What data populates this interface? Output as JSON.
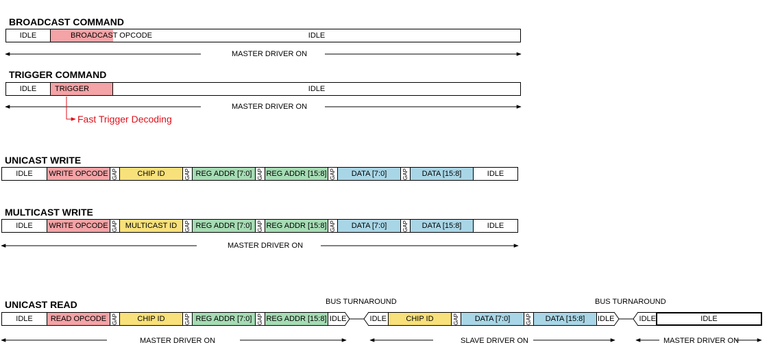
{
  "broadcast": {
    "title": "BROADCAST COMMAND",
    "cells": [
      "IDLE",
      "BROADCAST OPCODE",
      "IDLE"
    ],
    "driver": "MASTER  DRIVER ON"
  },
  "trigger": {
    "title": "TRIGGER COMMAND",
    "cells": [
      "IDLE",
      "TRIGGER",
      "IDLE"
    ],
    "driver": "MASTER  DRIVER ON",
    "note": "Fast Trigger Decoding"
  },
  "unicast_write": {
    "title": "UNICAST WRITE",
    "cells": [
      "IDLE",
      "WRITE OPCODE",
      "GAP",
      "CHIP ID",
      "GAP",
      "REG ADDR [7:0]",
      "GAP",
      "REG ADDR [15:8]",
      "GAP",
      "DATA [7:0]",
      "GAP",
      "DATA [15:8]",
      "IDLE"
    ]
  },
  "multicast_write": {
    "title": "MULTICAST WRITE",
    "cells": [
      "IDLE",
      "WRITE OPCODE",
      "GAP",
      "MULTICAST ID",
      "GAP",
      "REG ADDR [7:0]",
      "GAP",
      "REG ADDR [15:8]",
      "GAP",
      "DATA [7:0]",
      "GAP",
      "DATA [15:8]",
      "IDLE"
    ],
    "driver": "MASTER  DRIVER ON"
  },
  "unicast_read": {
    "title": "UNICAST READ",
    "turnaround_1": "BUS TURNAROUND",
    "turnaround_2": "BUS TURNAROUND",
    "master_cells": [
      "IDLE",
      "READ OPCODE",
      "GAP",
      "CHIP ID",
      "GAP",
      "REG ADDR [7:0]",
      "GAP",
      "REG ADDR [15:8]",
      "IDLE"
    ],
    "slave_cells": [
      "IDLE",
      "CHIP ID",
      "GAP",
      "DATA [7:0]",
      "GAP",
      "DATA [15:8]",
      "IDLE"
    ],
    "final_idle": "IDLE",
    "driver_master_1": "MASTER  DRIVER ON",
    "driver_slave": "SLAVE  DRIVER ON",
    "driver_master_2": "MASTER  DRIVER ON"
  },
  "colors": {
    "opcode": "#f4a3a6",
    "id": "#f8e07a",
    "reg_addr": "#a6dcb4",
    "data": "#a9d6e6",
    "note_red": "#e0101a"
  }
}
